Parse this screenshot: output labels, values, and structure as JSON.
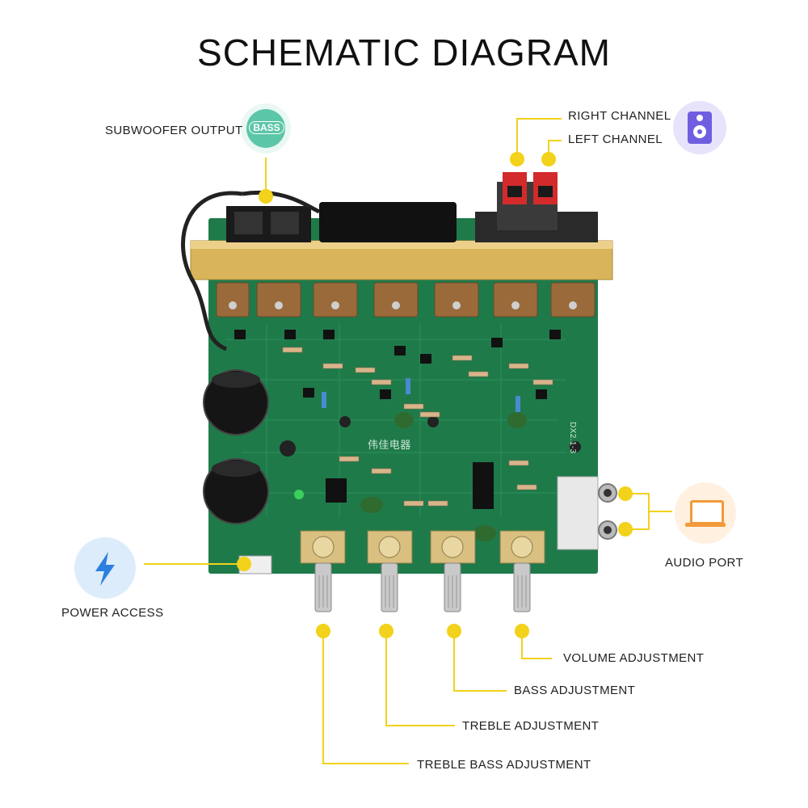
{
  "title": "SCHEMATIC DIAGRAM",
  "labels": {
    "subwoofer_output": "SUBWOOFER OUTPUT",
    "bass_badge": "BASS",
    "right_channel": "RIGHT CHANNEL",
    "left_channel": "LEFT CHANNEL",
    "audio_port": "AUDIO PORT",
    "power_access": "POWER ACCESS",
    "volume_adjustment": "VOLUME ADJUSTMENT",
    "bass_adjustment": "BASS ADJUSTMENT",
    "treble_adjustment": "TREBLE ADJUSTMENT",
    "treble_bass_adjustment": "TREBLE BASS ADJUSTMENT"
  },
  "board_text": {
    "brand": "伟佳电器",
    "model": "DX2.1-3"
  },
  "colors": {
    "callout": "#f2d21a",
    "pcb": "#1f7a4a",
    "heatsink": "#d9b45a",
    "bass_badge": "#5cc6a8",
    "speaker_badge": "#8a7be8",
    "power_badge": "#2b7fe0",
    "laptop_badge": "#f29a3a"
  },
  "icons": [
    "bass-icon",
    "speaker-icon",
    "laptop-icon",
    "lightning-icon"
  ]
}
